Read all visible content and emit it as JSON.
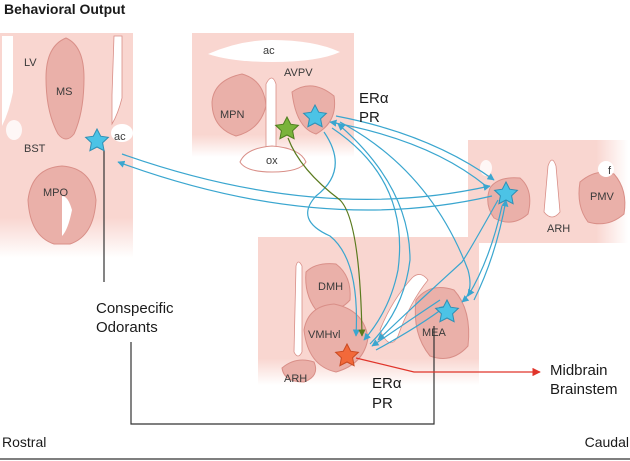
{
  "title": "Behavioral Output",
  "axis": {
    "left": "Rostral",
    "right": "Caudal"
  },
  "receptors": {
    "line1": "ERα",
    "line2": "PR"
  },
  "inputs": {
    "line1": "Conspecific",
    "line2": "Odorants"
  },
  "output": {
    "line1": "Midbrain",
    "line2": "Brainstem"
  },
  "sections": {
    "septal": {
      "lv": "LV",
      "ms": "MS",
      "bst": "BST",
      "ac": "ac",
      "mpo": "MPO"
    },
    "preoptic": {
      "ac": "ac",
      "avpv": "AVPV",
      "mpn": "MPN",
      "ox": "ox"
    },
    "premammillary": {
      "f": "f",
      "arh": "ARH",
      "pmv": "PMV"
    },
    "ventromedial": {
      "dmh": "DMH",
      "vmhvl": "VMHvl",
      "arh": "ARH",
      "mea": "MEA"
    }
  },
  "colors": {
    "tissue": "#f9d6d0",
    "region": "#eab0a9",
    "tissue_edge": "#d98f88",
    "connection": "#3aa6cf",
    "green_path": "#5a7a1e",
    "output_arrow": "#e0342a",
    "star_blue": "#4cc3e6",
    "star_green": "#7ab33b",
    "star_red": "#f2693a"
  },
  "icons": [
    "star-icon",
    "arrow-icon"
  ]
}
